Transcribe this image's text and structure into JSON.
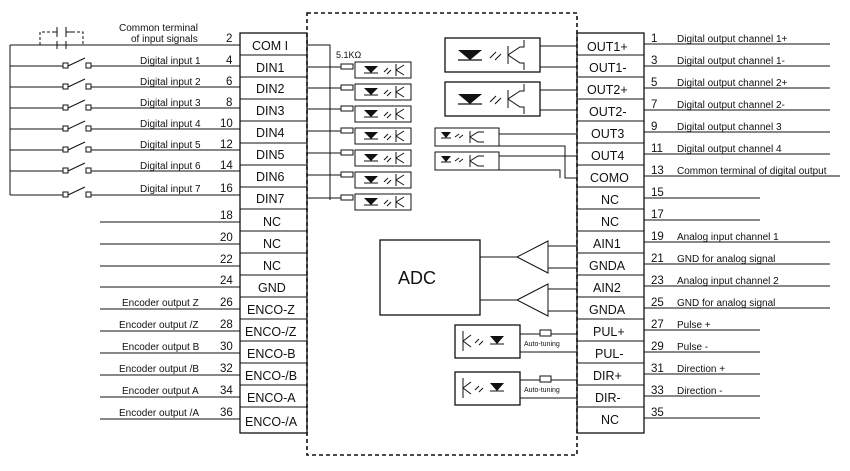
{
  "left": {
    "common_desc_line1": "Common terminal",
    "common_desc_line2": "of input signals",
    "common_pin": "2",
    "common_signal": "COM I",
    "inputs": [
      {
        "desc": "Digital input 1",
        "pin": "4",
        "signal": "DIN1"
      },
      {
        "desc": "Digital input 2",
        "pin": "6",
        "signal": "DIN2"
      },
      {
        "desc": "Digital input 3",
        "pin": "8",
        "signal": "DIN3"
      },
      {
        "desc": "Digital input 4",
        "pin": "10",
        "signal": "DIN4"
      },
      {
        "desc": "Digital input 5",
        "pin": "12",
        "signal": "DIN5"
      },
      {
        "desc": "Digital input 6",
        "pin": "14",
        "signal": "DIN6"
      },
      {
        "desc": "Digital input 7",
        "pin": "16",
        "signal": "DIN7"
      }
    ],
    "lower": [
      {
        "desc": "",
        "pin": "18",
        "signal": "NC"
      },
      {
        "desc": "",
        "pin": "20",
        "signal": "NC"
      },
      {
        "desc": "",
        "pin": "22",
        "signal": "NC"
      },
      {
        "desc": "",
        "pin": "24",
        "signal": "GND"
      },
      {
        "desc": "Encoder output Z",
        "pin": "26",
        "signal": "ENCO-Z"
      },
      {
        "desc": "Encoder output /Z",
        "pin": "28",
        "signal": "ENCO-/Z"
      },
      {
        "desc": "Encoder output B",
        "pin": "30",
        "signal": "ENCO-B"
      },
      {
        "desc": "Encoder output /B",
        "pin": "32",
        "signal": "ENCO-/B"
      },
      {
        "desc": "Encoder output A",
        "pin": "34",
        "signal": "ENCO-A"
      },
      {
        "desc": "Encoder output /A",
        "pin": "36",
        "signal": "ENCO-/A"
      }
    ]
  },
  "right": [
    {
      "signal": "OUT1+",
      "pin": "1",
      "desc": "Digital output channel 1+"
    },
    {
      "signal": "OUT1-",
      "pin": "3",
      "desc": "Digital output channel 1-"
    },
    {
      "signal": "OUT2+",
      "pin": "5",
      "desc": "Digital output channel 2+"
    },
    {
      "signal": "OUT2-",
      "pin": "7",
      "desc": "Digital output channel 2-"
    },
    {
      "signal": "OUT3",
      "pin": "9",
      "desc": "Digital output channel 3"
    },
    {
      "signal": "OUT4",
      "pin": "11",
      "desc": "Digital output channel 4"
    },
    {
      "signal": "COMO",
      "pin": "13",
      "desc": "Common terminal of digital output"
    },
    {
      "signal": "NC",
      "pin": "15",
      "desc": ""
    },
    {
      "signal": "NC",
      "pin": "17",
      "desc": ""
    },
    {
      "signal": "AIN1",
      "pin": "19",
      "desc": "Analog input channel 1"
    },
    {
      "signal": "GNDA",
      "pin": "21",
      "desc": "GND for analog signal"
    },
    {
      "signal": "AIN2",
      "pin": "23",
      "desc": "Analog input channel 2"
    },
    {
      "signal": "GNDA",
      "pin": "25",
      "desc": "GND for analog signal"
    },
    {
      "signal": "PUL+",
      "pin": "27",
      "desc": "Pulse +"
    },
    {
      "signal": "PUL-",
      "pin": "29",
      "desc": "Pulse -"
    },
    {
      "signal": "DIR+",
      "pin": "31",
      "desc": "Direction +"
    },
    {
      "signal": "DIR-",
      "pin": "33",
      "desc": "Direction -"
    },
    {
      "signal": "NC",
      "pin": "35",
      "desc": ""
    }
  ],
  "center": {
    "resistor_label": "5.1KΩ",
    "adc_label": "ADC",
    "auto_tuning_1": "Auto-tuning",
    "auto_tuning_2": "Auto-tuning"
  }
}
